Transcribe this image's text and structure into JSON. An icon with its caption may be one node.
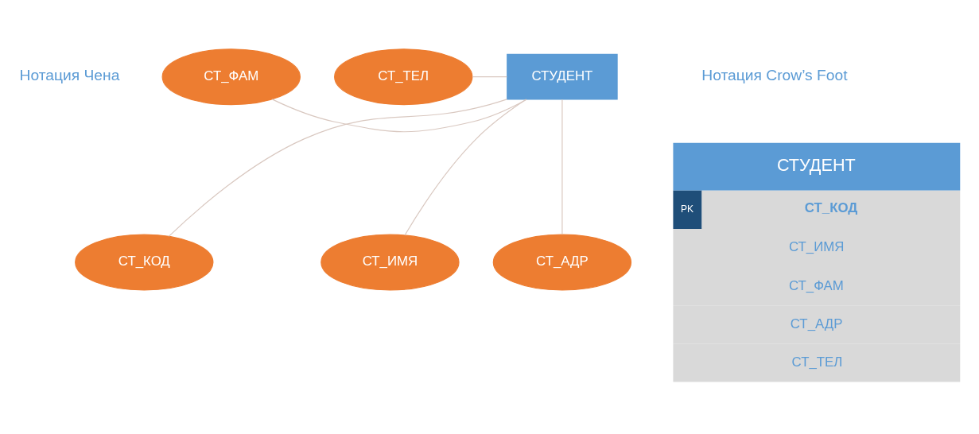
{
  "diagram": {
    "nodes": [
      {
        "text": [
          "СТУДЕНТ"
        ]
      },
      {
        "text": [
          "СТ_КОД"
        ]
      },
      {
        "text": [
          "СТ_ИМЯ"
        ]
      },
      {
        "text": [
          "СТ_АДР"
        ]
      },
      {
        "text": [
          "СТ_ФАМ"
        ]
      },
      {
        "text": [
          "СТ_ТЕЛ"
        ]
      },
      {
        "text": [
          "СТУДЕНТ",
          "PK",
          "СТ_КОД",
          "СТ_ИМЯ",
          "СТ_ФАМ",
          "СТ_АДР",
          "СТ_ТЕЛ"
        ]
      }
    ],
    "edges": [
      {
        "from": 1,
        "to": 0,
        "arrow": "none"
      },
      {
        "from": 2,
        "to": 0,
        "arrow": "none"
      },
      {
        "from": 3,
        "to": 0,
        "arrow": "none"
      },
      {
        "from": 4,
        "to": 0,
        "arrow": "none"
      },
      {
        "from": 5,
        "to": 0,
        "arrow": "none"
      }
    ],
    "labels": [
      "Нотация Чена",
      "Нотация Crow’s Foot"
    ]
  }
}
